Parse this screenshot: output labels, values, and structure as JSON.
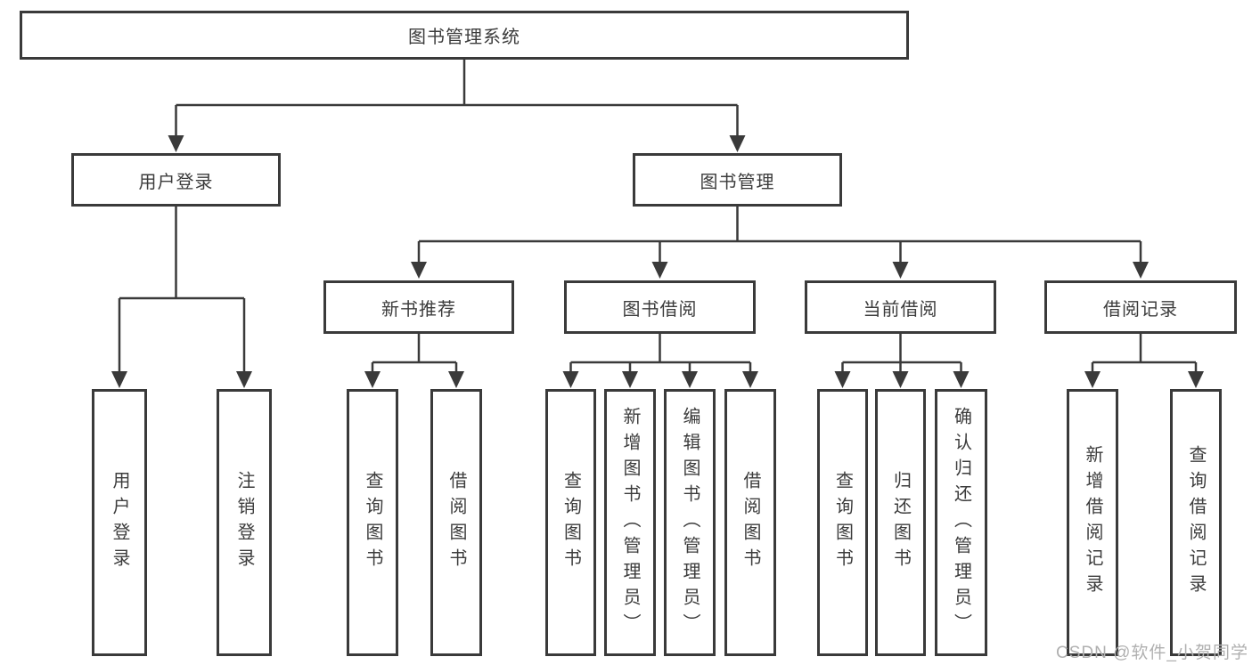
{
  "diagram": {
    "root": {
      "label": "图书管理系统"
    },
    "branches": [
      {
        "label": "用户登录",
        "leaves": [
          "用户登录",
          "注销登录"
        ]
      },
      {
        "label": "图书管理",
        "groups": [
          {
            "label": "新书推荐",
            "leaves": [
              "查询图书",
              "借阅图书"
            ]
          },
          {
            "label": "图书借阅",
            "leaves": [
              "查询图书",
              "新增图书（管理员）",
              "编辑图书（管理员）",
              "借阅图书"
            ]
          },
          {
            "label": "当前借阅",
            "leaves": [
              "查询图书",
              "归还图书",
              "确认归还（管理员）"
            ]
          },
          {
            "label": "借阅记录",
            "leaves": [
              "新增借阅记录",
              "查询借阅记录"
            ]
          }
        ]
      }
    ]
  },
  "watermark": {
    "text": "CSDN @软件_小贺同学"
  },
  "colors": {
    "line": "#3a3a3a",
    "text": "#3c3c3c",
    "watermark": "#b0b0b0",
    "background": "#ffffff"
  }
}
